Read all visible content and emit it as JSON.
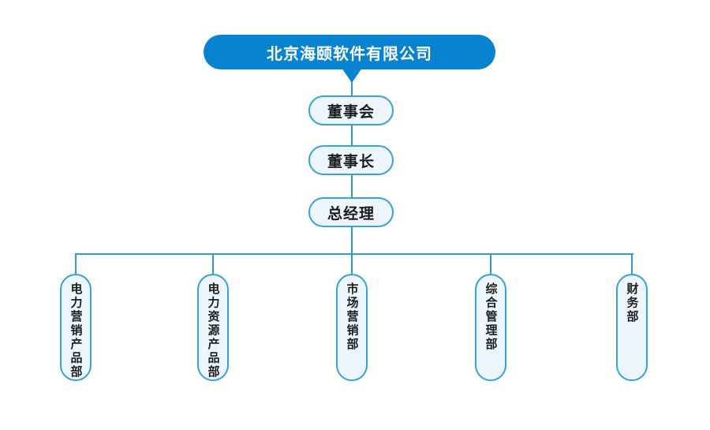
{
  "org_chart": {
    "company": {
      "label": "北京海颐软件有限公司"
    },
    "levels": [
      {
        "label": "董事会"
      },
      {
        "label": "董事长"
      },
      {
        "label": "总经理"
      }
    ],
    "departments": [
      {
        "label": "电力营销产品部"
      },
      {
        "label": "电力资源产品部"
      },
      {
        "label": "市场营销部"
      },
      {
        "label": "综合管理部"
      },
      {
        "label": "财务部"
      }
    ],
    "colors": {
      "primary_blue": "#0883cf",
      "node_border": "#35a2d8",
      "node_fill": "#edf6fc",
      "connector": "#2b9cd4",
      "text_dark": "#1c1c1c",
      "text_light": "#ffffff"
    }
  }
}
